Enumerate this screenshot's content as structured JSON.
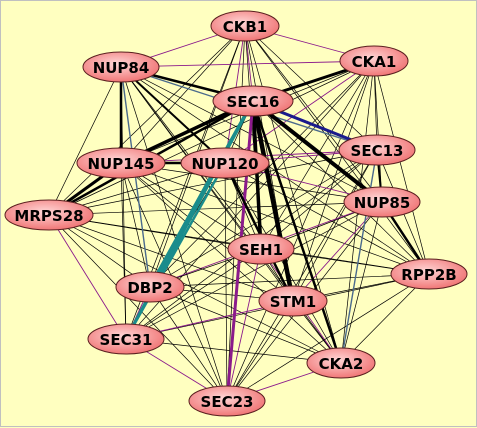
{
  "colors": {
    "background": "#ffffc0",
    "node_fill_center": "#ffd6d6",
    "node_fill_edge": "#ef6f6f",
    "node_stroke": "#5a1f1f",
    "edge_default": "#000000",
    "edge_purple": "#8b1a8b",
    "edge_blue": "#1a1a8c",
    "edge_teal": "#1a8c8c",
    "edge_steel": "#4a6a8c"
  },
  "nodes": [
    {
      "id": "CKB1",
      "label": "CKB1"
    },
    {
      "id": "NUP84",
      "label": "NUP84"
    },
    {
      "id": "CKA1",
      "label": "CKA1"
    },
    {
      "id": "SEC16",
      "label": "SEC16"
    },
    {
      "id": "SEC13",
      "label": "SEC13"
    },
    {
      "id": "NUP145",
      "label": "NUP145"
    },
    {
      "id": "NUP120",
      "label": "NUP120"
    },
    {
      "id": "NUP85",
      "label": "NUP85"
    },
    {
      "id": "MRPS28",
      "label": "MRPS28"
    },
    {
      "id": "SEH1",
      "label": "SEH1"
    },
    {
      "id": "RPP2B",
      "label": "RPP2B"
    },
    {
      "id": "DBP2",
      "label": "DBP2"
    },
    {
      "id": "STM1",
      "label": "STM1"
    },
    {
      "id": "SEC31",
      "label": "SEC31"
    },
    {
      "id": "CKA2",
      "label": "CKA2"
    },
    {
      "id": "SEC23",
      "label": "SEC23"
    }
  ]
}
